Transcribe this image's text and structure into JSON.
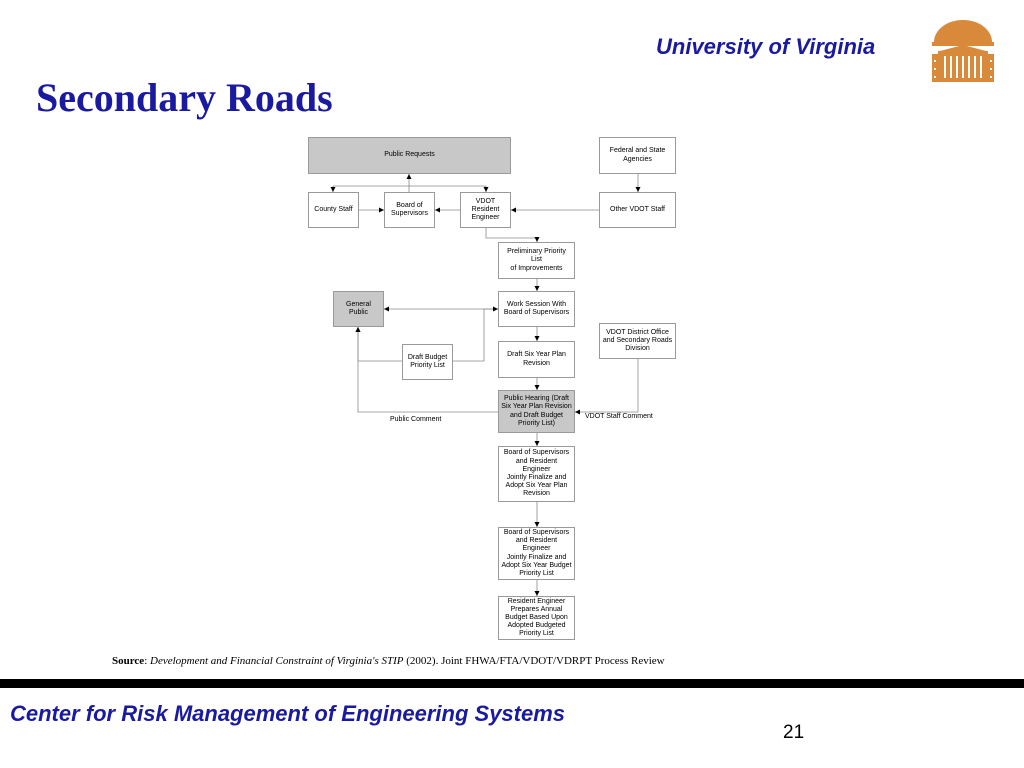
{
  "header": {
    "university": "University of Virginia",
    "title": "Secondary Roads"
  },
  "logo": {
    "icon": "rotunda-icon",
    "color": "#d9893a"
  },
  "diagram": {
    "nodes": {
      "public_requests": "Public Requests",
      "federal_state": "Federal and State\nAgencies",
      "county_staff": "County Staff",
      "board_of_supervisors": "Board of\nSupervisors",
      "vdot_resident_engineer": "VDOT\nResident\nEngineer",
      "other_vdot_staff": "Other VDOT Staff",
      "preliminary_priority": "Preliminary Priority List\nof Improvements",
      "general_public": "General Public",
      "work_session": "Work Session With\nBoard of Supervisors",
      "vdot_district": "VDOT District Office\nand Secondary Roads\nDivision",
      "draft_budget": "Draft Budget\nPriority List",
      "draft_six_year": "Draft Six Year Plan\nRevision",
      "public_hearing": "Public Hearing (Draft\nSix Year Plan Revision\nand Draft Budget\nPriority List)",
      "finalize_six_year": "Board of Supervisors\nand Resident Engineer\nJointly Finalize and\nAdopt Six Year Plan\nRevision",
      "finalize_budget": "Board of Supervisors\nand Resident Engineer\nJointly Finalize and\nAdopt Six Year Budget\nPriority List",
      "annual_budget": "Resident Engineer\nPrepares Annual\nBudget Based Upon\nAdopted Budgeted\nPriority List"
    },
    "labels": {
      "public_comment": "Public Comment",
      "vdot_staff_comment": "VDOT Staff Comment"
    }
  },
  "source": {
    "label": "Source",
    "separator": ": ",
    "citation": "Development and Financial Constraint of Virginia's STIP",
    "detail": " (2002).  Joint FHWA/FTA/VDOT/VDRPT Process Review"
  },
  "footer": {
    "org": "Center for Risk Management of Engineering Systems",
    "page_number": "21"
  },
  "colors": {
    "accent": "#1a1aa0",
    "gray_box": "#c8c8c8",
    "footer_bar": "#000000"
  }
}
